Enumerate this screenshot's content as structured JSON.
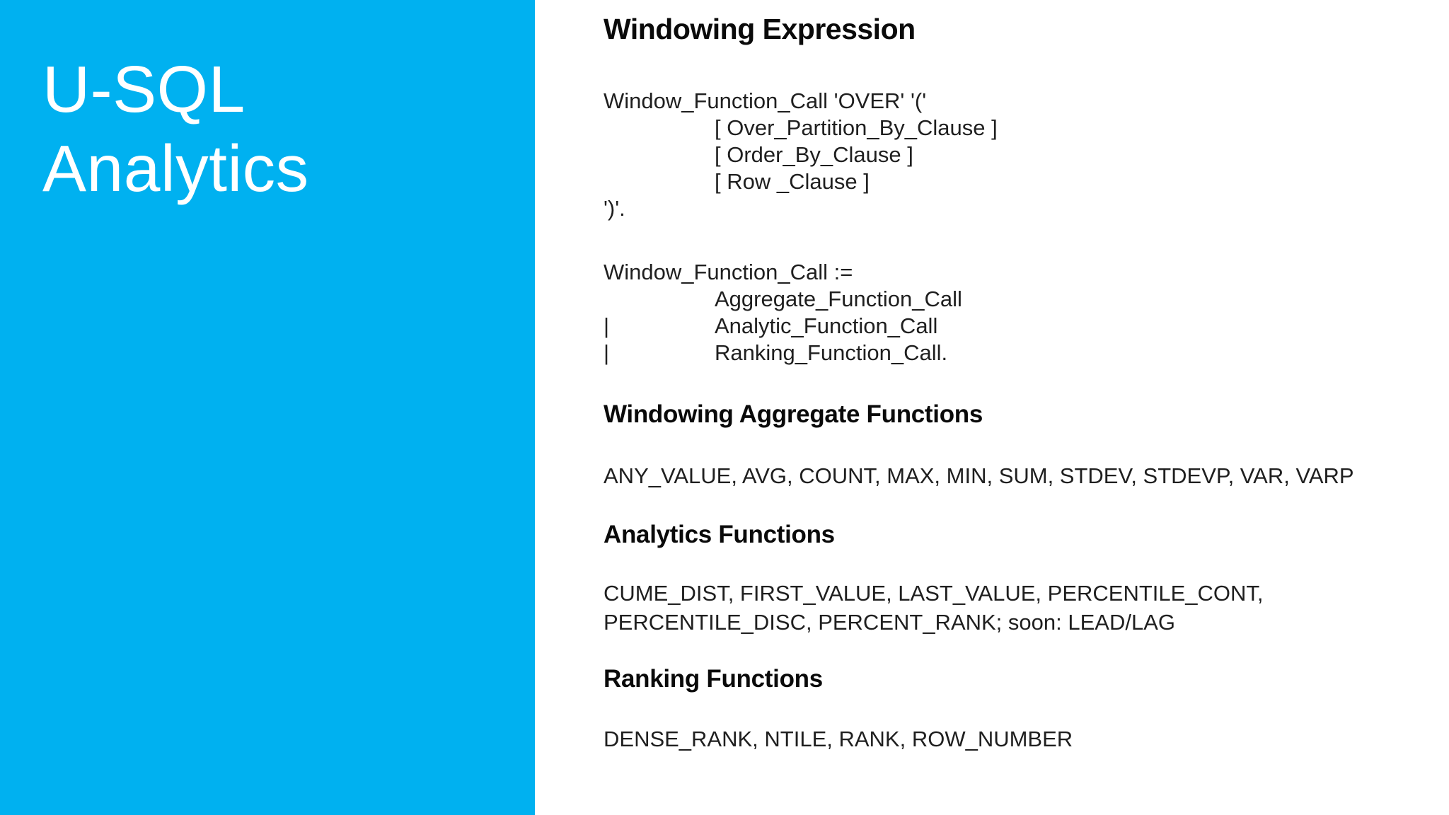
{
  "slide": {
    "accent_color": "#00B1F0",
    "text_color": "#1f1f1f",
    "heading_color": "#0a0a0a",
    "left_panel": {
      "title_lines": [
        "U-SQL",
        "Analytics"
      ]
    },
    "content": {
      "title": "Windowing Expression",
      "syntax_block_1": {
        "lines": [
          {
            "gutter": "",
            "text": "Window_Function_Call 'OVER' '('",
            "indented": false
          },
          {
            "gutter": "",
            "text": "[ Over_Partition_By_Clause ]",
            "indented": true
          },
          {
            "gutter": "",
            "text": "[ Order_By_Clause ]",
            "indented": true
          },
          {
            "gutter": "",
            "text": "[ Row _Clause ]",
            "indented": true
          },
          {
            "gutter": "",
            "text": "')'.",
            "indented": false
          }
        ]
      },
      "syntax_block_2": {
        "lines": [
          {
            "gutter": "",
            "text": "Window_Function_Call :=",
            "indented": false
          },
          {
            "gutter": "",
            "text": "Aggregate_Function_Call",
            "indented": true
          },
          {
            "gutter": "|",
            "text": "Analytic_Function_Call",
            "indented": true
          },
          {
            "gutter": "|",
            "text": "Ranking_Function_Call.",
            "indented": true
          }
        ]
      },
      "sections": [
        {
          "heading": "Windowing Aggregate Functions",
          "lines": [
            "ANY_VALUE, AVG, COUNT, MAX, MIN, SUM, STDEV, STDEVP, VAR, VARP"
          ]
        },
        {
          "heading": "Analytics Functions",
          "lines": [
            "CUME_DIST, FIRST_VALUE, LAST_VALUE, PERCENTILE_CONT,",
            "PERCENTILE_DISC, PERCENT_RANK; soon: LEAD/LAG"
          ]
        },
        {
          "heading": "Ranking Functions",
          "lines": [
            "DENSE_RANK, NTILE, RANK, ROW_NUMBER"
          ]
        }
      ]
    }
  }
}
